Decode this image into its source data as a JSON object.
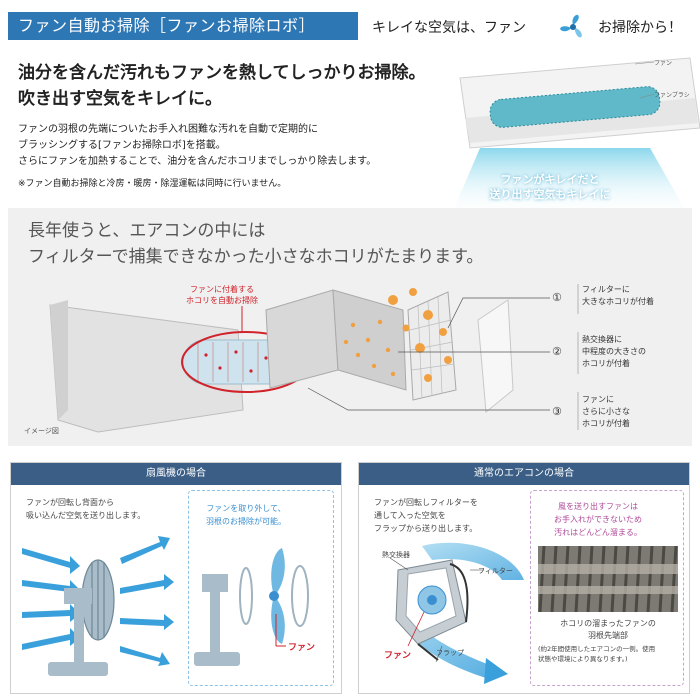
{
  "header": {
    "title": "ファン自動お掃除［ファンお掃除ロボ］",
    "tagline_before": "キレイな空気は、ファン",
    "tagline_after": "お掃除から！",
    "logo_icon": "fan-logo-icon"
  },
  "intro": {
    "headline_line1": "油分を含んだ汚れもファンを熱してしっかりお掃除。",
    "headline_line2": "吹き出す空気をキレイに。",
    "desc_line1": "ファンの羽根の先端についたお手入れ困難な汚れを自動で定期的に",
    "desc_line2": "ブラッシングする[ファンお掃除ロボ]を搭載。",
    "desc_line3": "さらにファンを加熱することで、油分を含んだホコリまでしっかり除去します。",
    "note": "※ファン自動お掃除と冷房・暖房・除湿運転は同時に行いません。"
  },
  "ac_illustration": {
    "label_fan": "ファン",
    "label_brush": "ファンブラシ",
    "caption_line1": "ファンがキレイだと",
    "caption_line2": "送り出す空気もキレイに"
  },
  "diagram": {
    "heading_line1": "長年使うと、エアコンの中には",
    "heading_line2": "フィルターで捕集できなかった小さなホコリがたまります。",
    "fan_note_line1": "ファンに付着する",
    "fan_note_line2": "ホコリを自動お掃除",
    "image_note": "イメージ図",
    "items": [
      {
        "number": "①",
        "line1": "フィルターに",
        "line2": "大きなホコリが付着",
        "line3": ""
      },
      {
        "number": "②",
        "line1": "熱交換器に",
        "line2": "中程度の大きさの",
        "line3": "ホコリが付着"
      },
      {
        "number": "③",
        "line1": "ファンに",
        "line2": "さらに小さな",
        "line3": "ホコリが付着"
      }
    ]
  },
  "panel_left": {
    "heading": "扇風機の場合",
    "text_line1": "ファンが回転し背面から",
    "text_line2": "吸い込んだ空気を送り出します。",
    "blue_line1": "ファンを取り外して、",
    "blue_line2": "羽根のお掃除が可能。",
    "fan_label": "ファン"
  },
  "panel_right": {
    "heading": "通常のエアコンの場合",
    "text_line1": "ファンが回転しフィルターを",
    "text_line2": "通して入った空気を",
    "text_line3": "フラップから送り出します。",
    "label_heat_exchanger": "熱交換器",
    "label_filter": "フィルター",
    "label_fan": "ファン",
    "label_flap": "フラップ",
    "pink_line1": "風を送り出すファンは",
    "pink_line2": "お手入れができないため",
    "pink_line3": "汚れはどんどん溜まる。",
    "photo_caption_line1": "ホコリの溜まったファンの",
    "photo_caption_line2": "羽根先端部",
    "photo_note_line1": "(約2年間使用したエアコンの一例。使用",
    "photo_note_line2": "状態や環境により異なります。)"
  },
  "colors": {
    "title_bg": "#2e77b5",
    "panel_head_bg": "#3a5e86",
    "accent_red": "#d0232b",
    "accent_blue": "#3a8fd0",
    "accent_pink": "#b04a9a",
    "dust_orange": "#f0a040"
  }
}
